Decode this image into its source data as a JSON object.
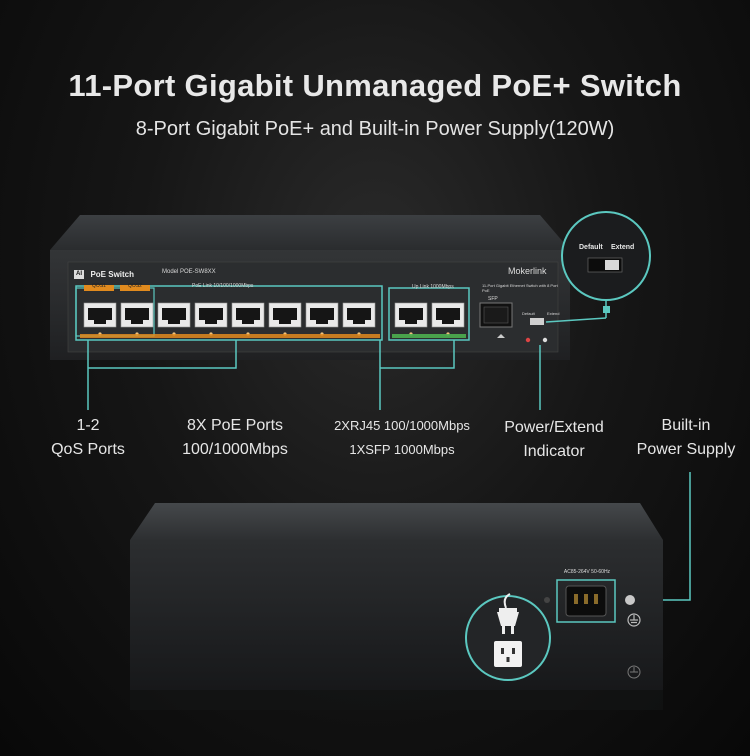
{
  "title": "11-Port Gigabit Unmanaged PoE+ Switch",
  "subtitle": "8-Port Gigabit PoE+ and Built-in Power Supply(120W)",
  "front_panel": {
    "badge": "PoE Switch",
    "model_label": "Model POE-SW8XX",
    "brand": "Mokerlink",
    "qos_label_1": "QOS1",
    "qos_label_2": "QOS2",
    "poe_group_label": "PoE Link  10/100/1000Mbps",
    "uplink_group_label": "Up Link  1000Mbps",
    "sfp_label": "SFP",
    "side_note": "11-Port Gigabit Ethernet Switch with 8 Port PoE",
    "switch_mode_labels": {
      "default": "Default",
      "extend": "Extend"
    }
  },
  "zoom_inset": {
    "default_label": "Default",
    "extend_label": "Extend"
  },
  "callouts": {
    "qos": {
      "line1": "1-2",
      "line2": "QoS Ports"
    },
    "poe": {
      "line1": "8X PoE Ports",
      "line2": "100/1000Mbps"
    },
    "uplink": {
      "line1": "2XRJ45 100/1000Mbps",
      "line2": "1XSFP 1000Mbps"
    },
    "indicator": {
      "line1": "Power/Extend",
      "line2": "Indicator"
    },
    "power": {
      "line1": "Built-in",
      "line2": "Power Supply"
    }
  },
  "rear_panel": {
    "power_label": "AC85-264V 50-60Hz"
  },
  "colors": {
    "accent_line": "#5bc8c0",
    "port_orange": "#e08a1e",
    "port_green": "#4caf50",
    "chassis": "#2f3133"
  },
  "icons": [
    "power-plug-icon",
    "power-outlet-icon",
    "ground-icon"
  ]
}
